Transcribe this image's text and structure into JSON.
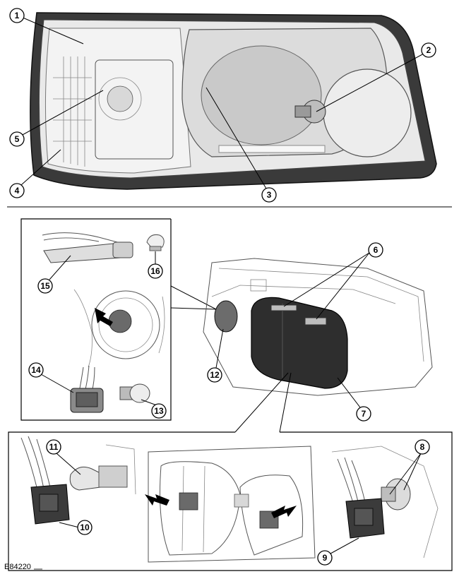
{
  "figure_id": "E84220",
  "callouts": [
    "1",
    "2",
    "3",
    "4",
    "5",
    "6",
    "7",
    "8",
    "9",
    "10",
    "11",
    "12",
    "13",
    "14",
    "15",
    "16"
  ],
  "colors": {
    "housing": "#3a3a3a",
    "lens": "#e9e9e9",
    "line": "#000000"
  }
}
